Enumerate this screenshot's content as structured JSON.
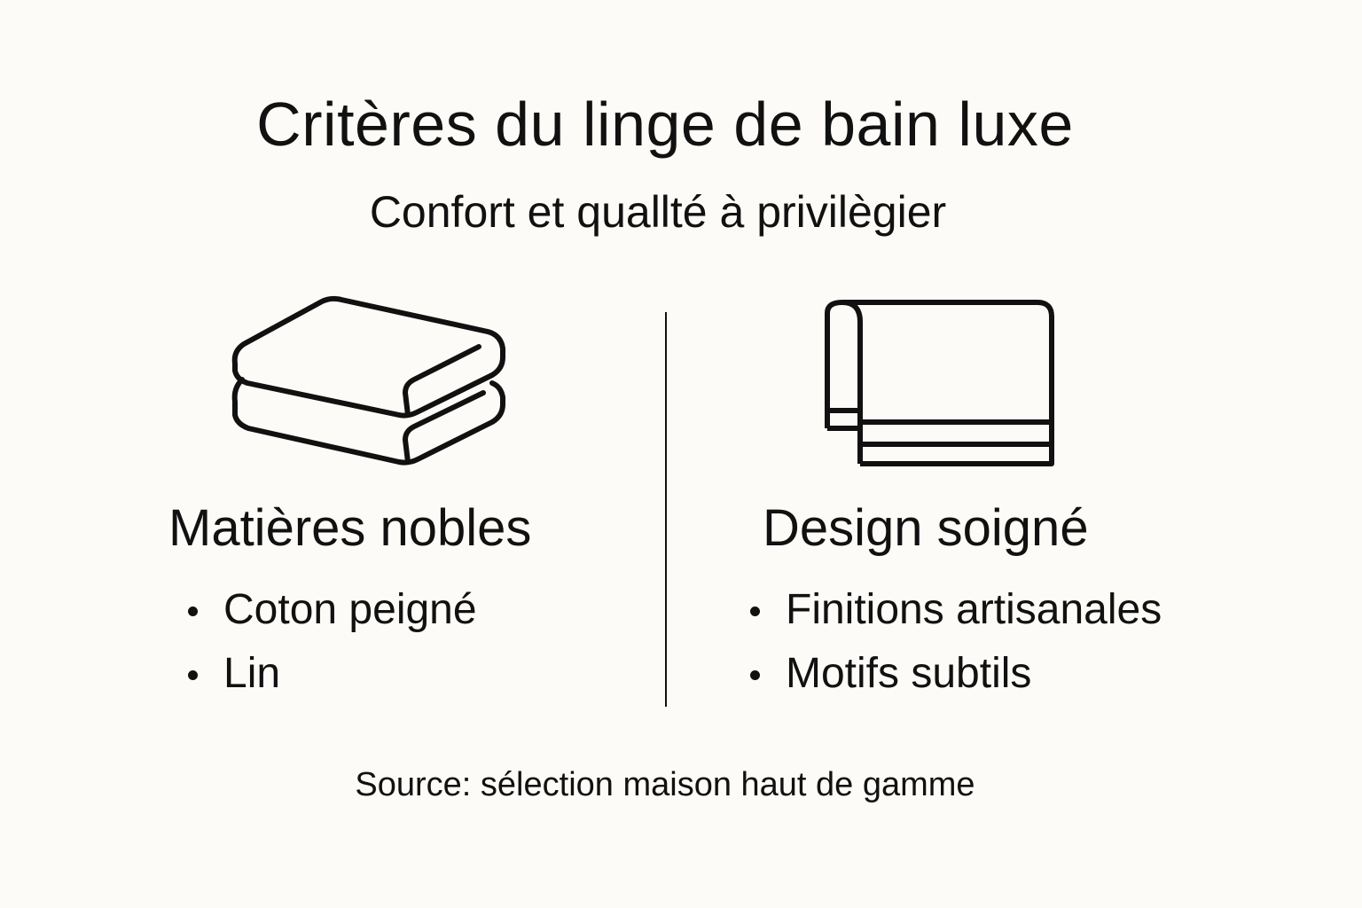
{
  "title": "Critères du linge de bain luxe",
  "subtitle": "Confort et quallté à privilègier",
  "columns": [
    {
      "icon": "folded-towels-icon",
      "heading": "Matières nobles",
      "items": [
        "Coton peigné",
        "Lin"
      ]
    },
    {
      "icon": "hanging-towel-icon",
      "heading": "Design soigné",
      "items": [
        "Finitions artisanales",
        "Motifs subtils"
      ]
    }
  ],
  "source": "Source: sélection maison haut de gamme",
  "colors": {
    "background": "#fcfbf7",
    "ink": "#111111"
  }
}
